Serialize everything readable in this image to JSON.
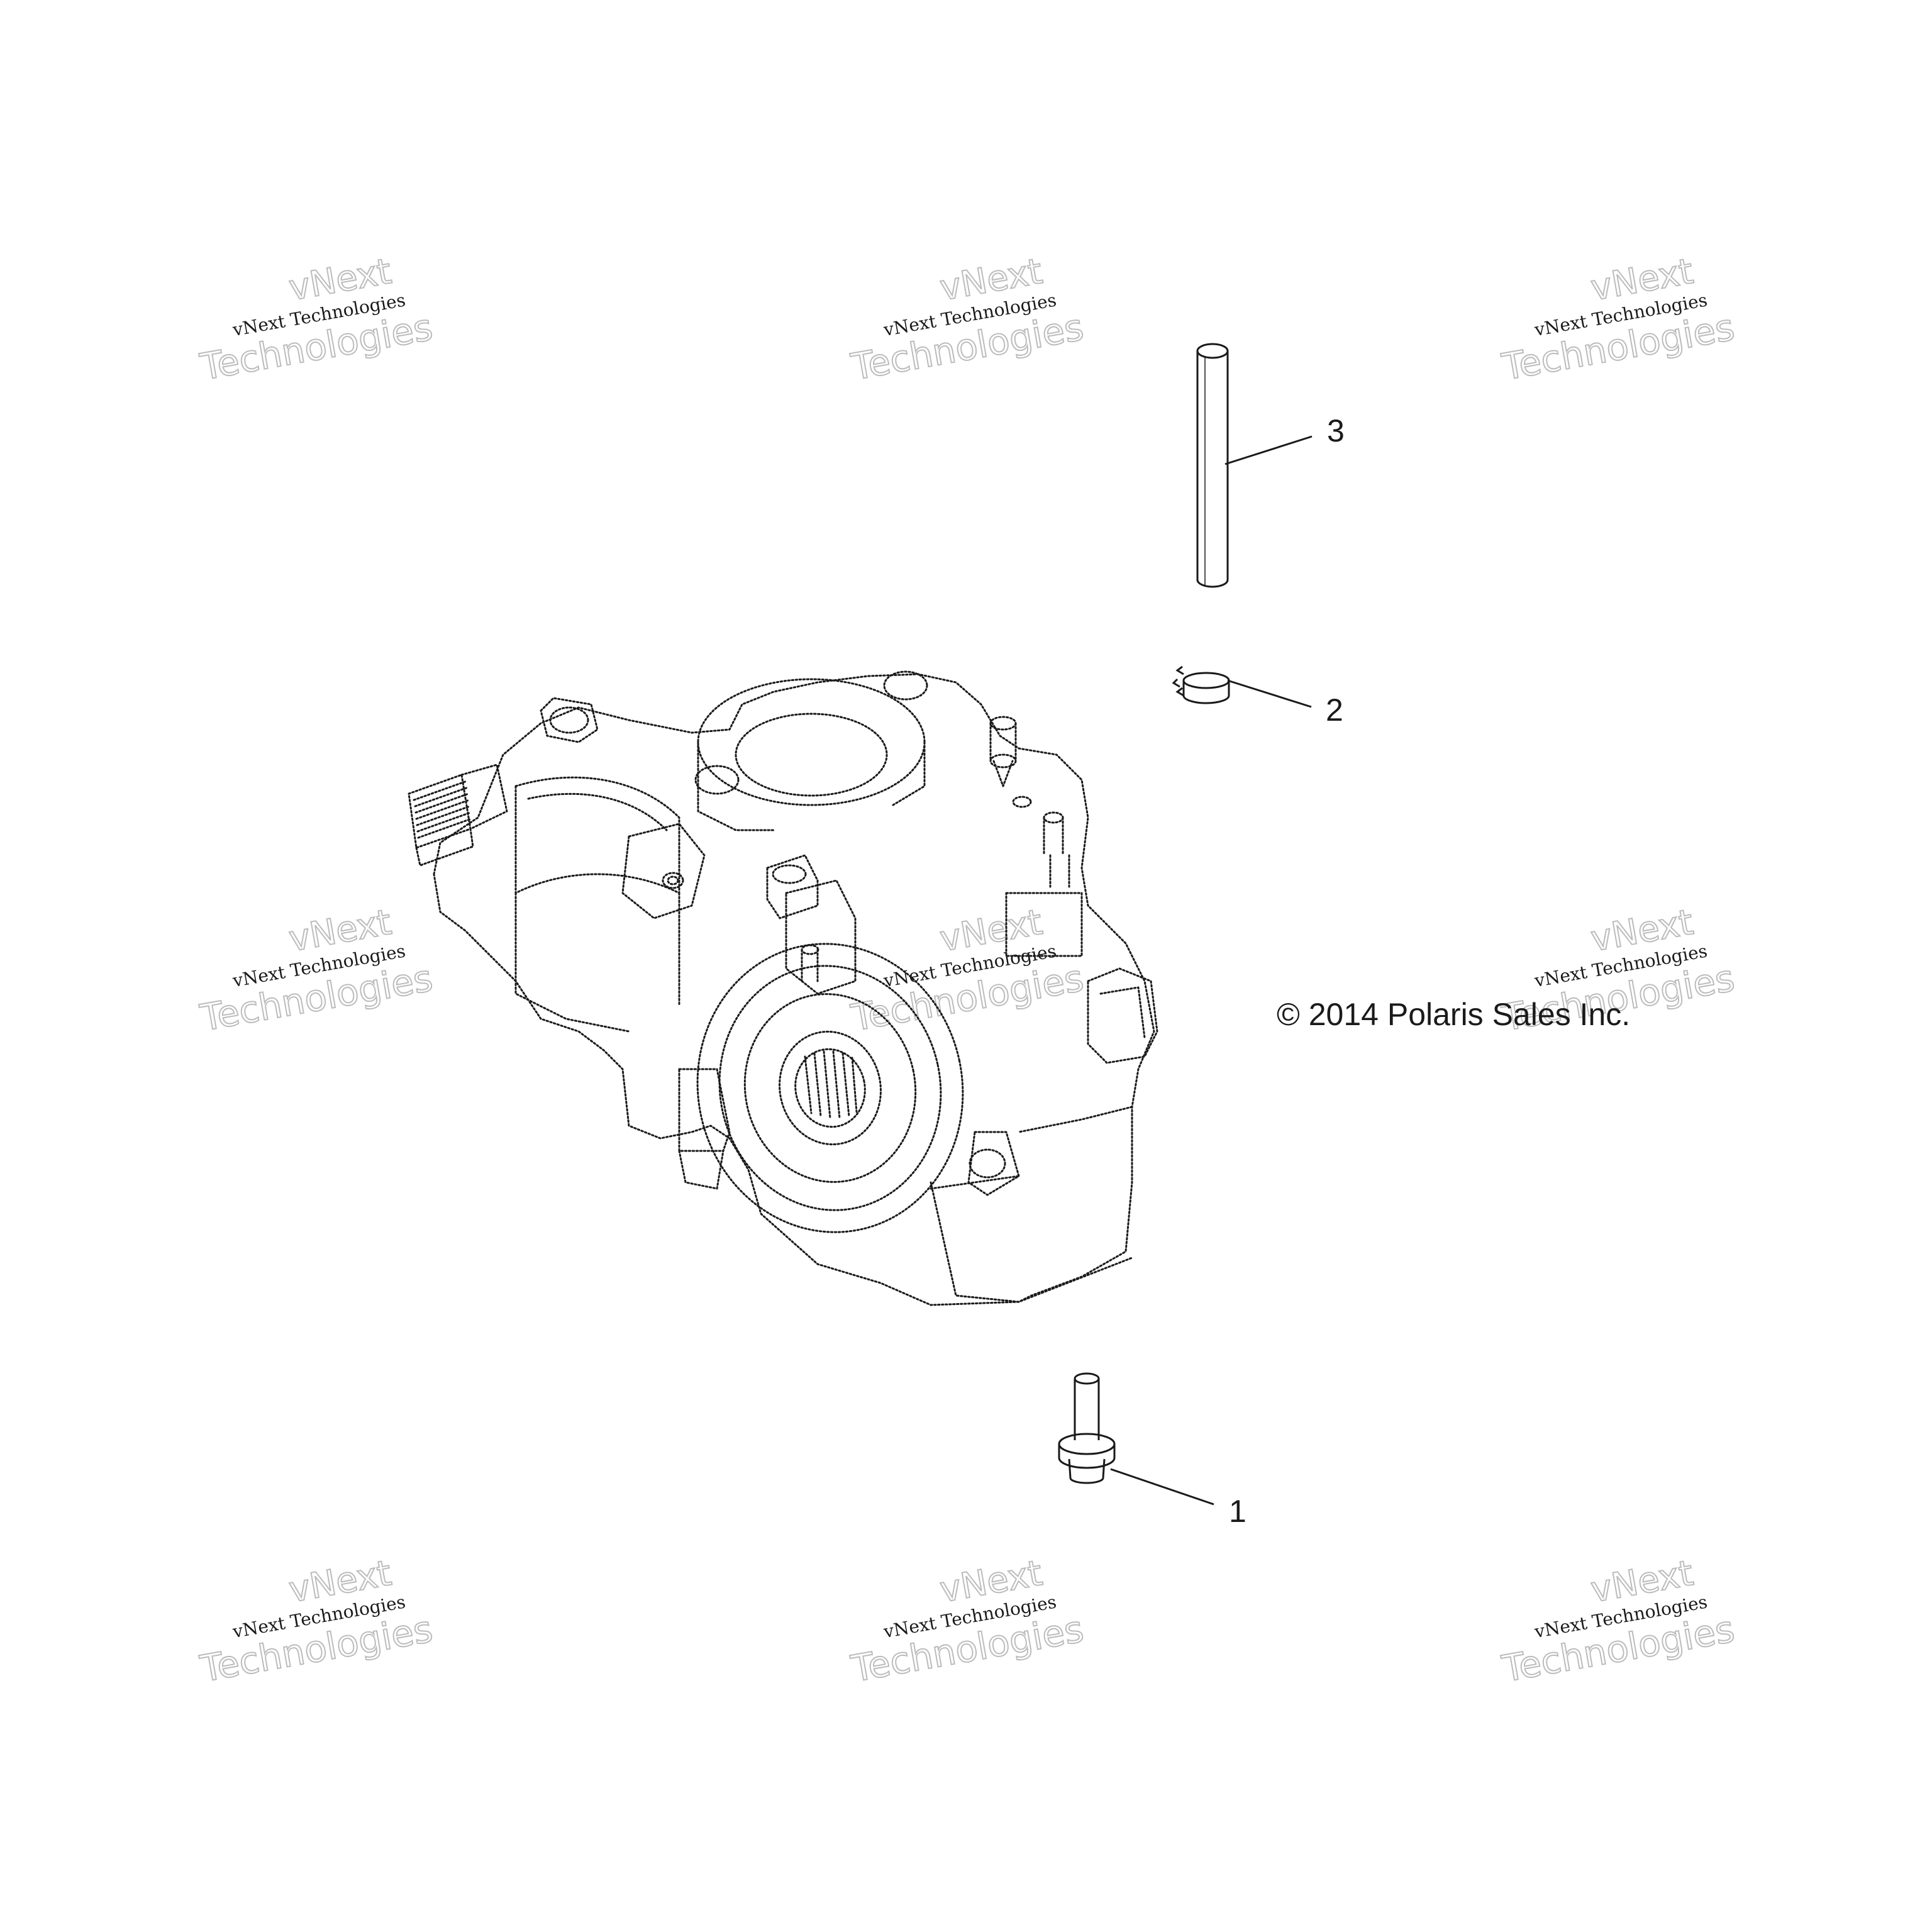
{
  "watermark": {
    "line_top": "vNext",
    "line_main": "vNext Technologies",
    "line_bottom": "Technologies"
  },
  "callouts": [
    {
      "label": "1",
      "part": "flange-bolt"
    },
    {
      "label": "2",
      "part": "hose-clamp"
    },
    {
      "label": "3",
      "part": "vent-tube"
    }
  ],
  "copyright": "© 2014 Polaris Sales Inc.",
  "colors": {
    "line": "#1a1a1a",
    "watermark": "#bcbcbc",
    "background": "#ffffff"
  }
}
